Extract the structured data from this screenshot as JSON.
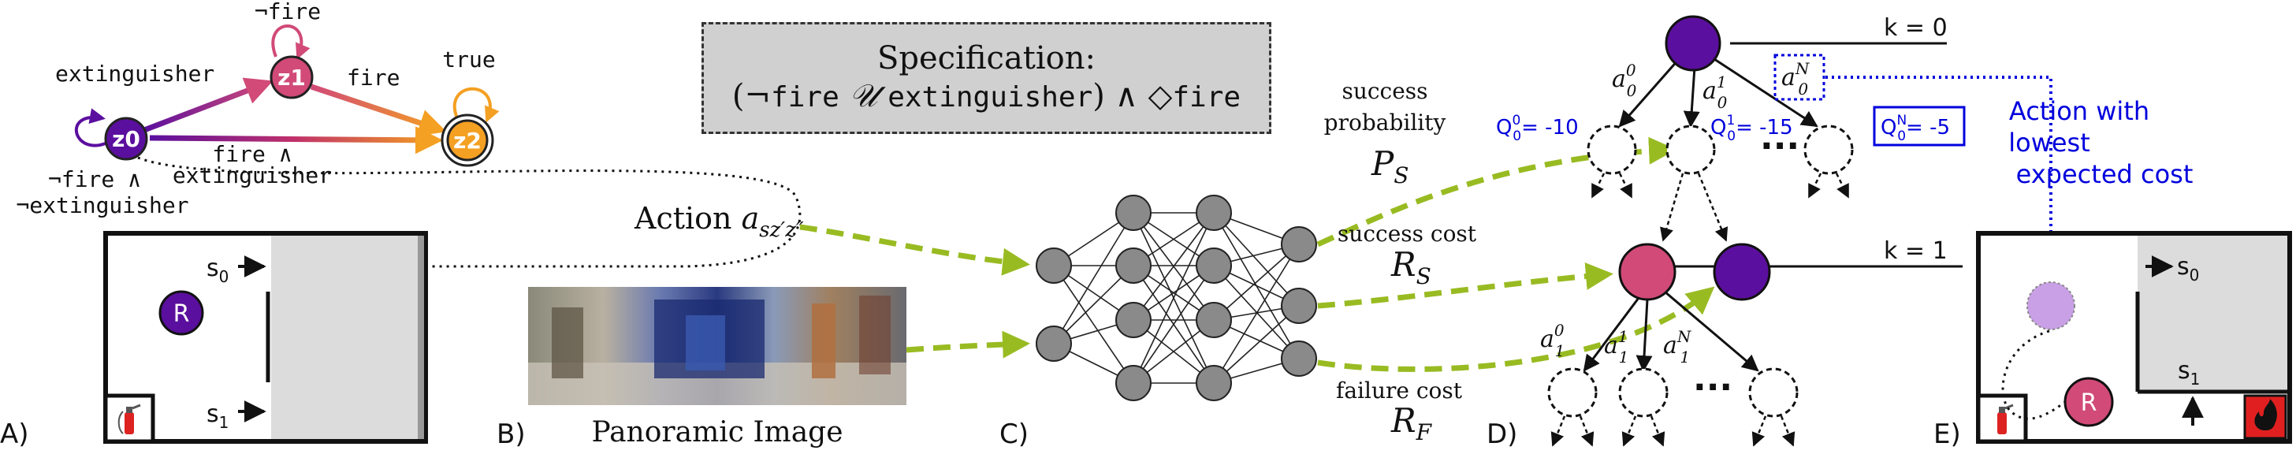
{
  "specification": {
    "title": "Specification:",
    "formula_parts": [
      "(¬",
      "fire",
      " ",
      "𝒰",
      " ",
      "extinguisher",
      ") ∧ ◇",
      "fire"
    ]
  },
  "automaton": {
    "states": [
      "z0",
      "z1",
      "z2"
    ],
    "labels": {
      "self_z1": "¬fire",
      "z0_z1": "extinguisher",
      "z1_z2": "fire",
      "self_z2": "true",
      "z0_z2_line1": "fire ∧",
      "z0_z2_line2": "extinguisher",
      "self_z0_line1": "¬fire ∧",
      "self_z0_line2": "¬extinguisher"
    }
  },
  "panel_labels": [
    "A)",
    "B)",
    "C)",
    "D)",
    "E)"
  ],
  "map_a": {
    "robot": "R",
    "s0": "s",
    "s0_sub": "0",
    "s1": "s",
    "s1_sub": "1"
  },
  "action": {
    "label": "Action ",
    "symbol": "a",
    "subscript": "sz′z″"
  },
  "panoramic": {
    "caption": "Panoramic Image"
  },
  "outputs": {
    "success_probability": {
      "line1": "success",
      "line2": "probability",
      "symbol": "P",
      "sub": "S"
    },
    "success_cost": {
      "line1": "success cost",
      "symbol": "R",
      "sub": "S"
    },
    "failure_cost": {
      "line1": "failure cost",
      "symbol": "R",
      "sub": "F"
    }
  },
  "tree": {
    "k0": "k = 0",
    "k1": "k = 1",
    "q_values": [
      {
        "q": "Q",
        "sup": "0",
        "sub": "0",
        "val": "= -10"
      },
      {
        "q": "Q",
        "sup": "1",
        "sub": "0",
        "val": "= -15"
      },
      {
        "q": "Q",
        "sup": "N",
        "sub": "0",
        "val": "= -5"
      }
    ],
    "actions_level0": [
      {
        "a": "a",
        "sup": "0",
        "sub": "0"
      },
      {
        "a": "a",
        "sup": "1",
        "sub": "0"
      },
      {
        "a": "a",
        "sup": "N",
        "sub": "0"
      }
    ],
    "actions_level1": [
      {
        "a": "a",
        "sup": "0",
        "sub": "1"
      },
      {
        "a": "a",
        "sup": "1",
        "sub": "1"
      },
      {
        "a": "a",
        "sup": "N",
        "sub": "1"
      }
    ],
    "ellipsis": "···",
    "lowest_cost_line1": "Action with",
    "lowest_cost_line2": "lowest",
    "lowest_cost_line3": "expected cost"
  },
  "map_e": {
    "robot": "R",
    "s0": "s",
    "s0_sub": "0",
    "s1": "s",
    "s1_sub": "1"
  },
  "colors": {
    "purple": "#5b0f9e",
    "pink": "#d14a78",
    "orange": "#f4a022",
    "green": "#99bb22",
    "blue": "#0000dd",
    "gray_node": "#888888",
    "spec_bg": "#d0d0d0",
    "fire_red": "#e02020"
  }
}
